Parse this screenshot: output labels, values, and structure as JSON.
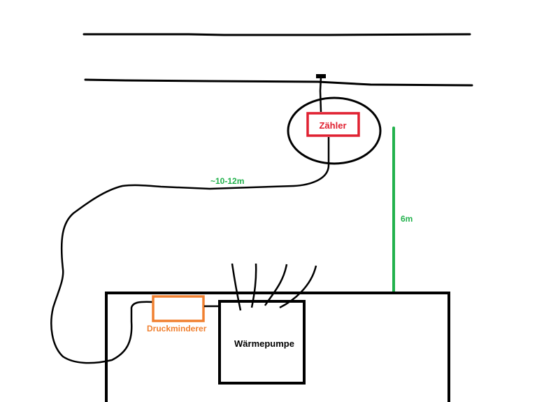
{
  "labels": {
    "meter": "Zähler",
    "distance_pipe": "~10-12m",
    "height": "6m",
    "pressure_reducer": "Druckminderer",
    "heat_pump": "Wärmepumpe"
  },
  "colors": {
    "line": "#000000",
    "meter": "#e02030",
    "pressure_reducer": "#f08030",
    "measure": "#22b14c",
    "background": "#ffffff"
  }
}
